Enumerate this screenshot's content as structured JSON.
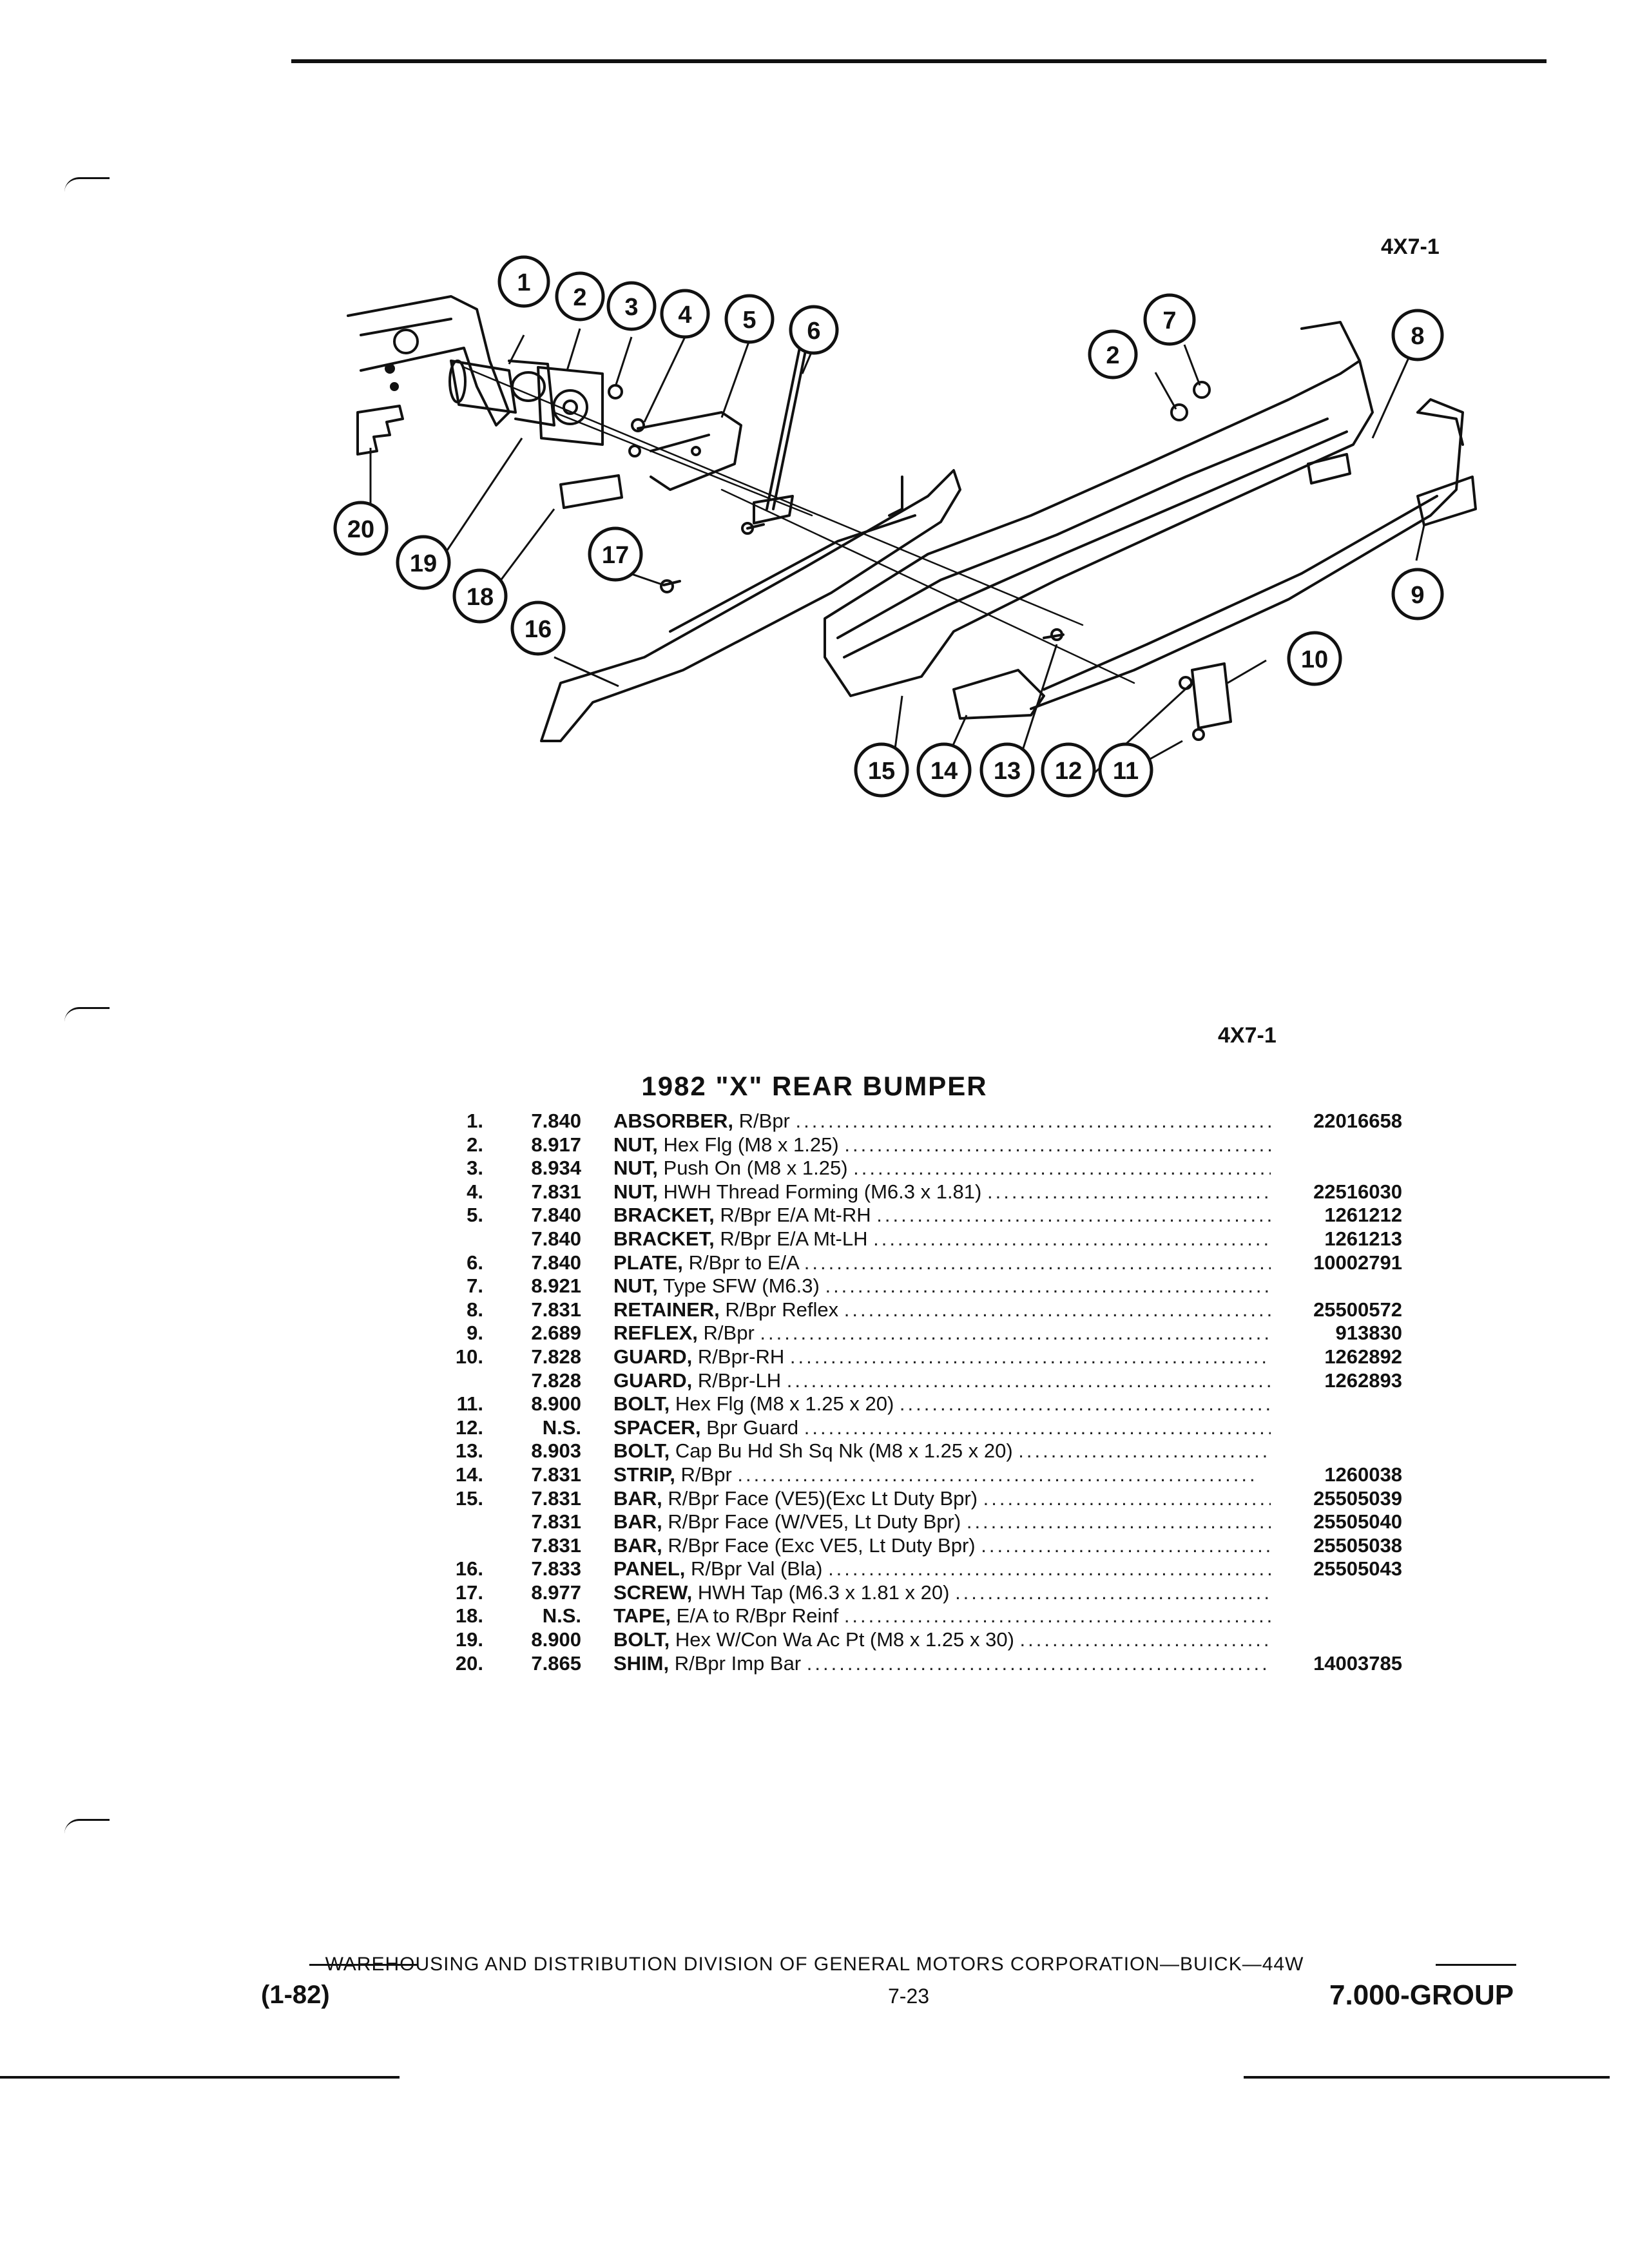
{
  "header": {
    "figure_id_top": "4X7-1"
  },
  "diagram": {
    "callouts": [
      "1",
      "2",
      "3",
      "4",
      "5",
      "6",
      "2",
      "7",
      "8",
      "9",
      "10",
      "11",
      "12",
      "13",
      "14",
      "15",
      "16",
      "17",
      "18",
      "19",
      "20"
    ]
  },
  "caption": {
    "figure_id": "4X7-1",
    "title": "1982 \"X\" REAR BUMPER"
  },
  "parts": [
    {
      "no": "1.",
      "group": "7.840",
      "name": "ABSORBER,",
      "desc": "R/Bpr",
      "part": "22016658"
    },
    {
      "no": "2.",
      "group": "8.917",
      "name": "NUT,",
      "desc": "Hex Flg (M8 x 1.25)",
      "part": ""
    },
    {
      "no": "3.",
      "group": "8.934",
      "name": "NUT,",
      "desc": "Push On (M8 x 1.25)",
      "part": ""
    },
    {
      "no": "4.",
      "group": "7.831",
      "name": "NUT,",
      "desc": "HWH Thread Forming (M6.3 x 1.81)",
      "part": "22516030"
    },
    {
      "no": "5.",
      "group": "7.840",
      "name": "BRACKET,",
      "desc": "R/Bpr E/A Mt-RH",
      "part": "1261212"
    },
    {
      "no": "",
      "group": "7.840",
      "name": "BRACKET,",
      "desc": "R/Bpr E/A Mt-LH",
      "part": "1261213"
    },
    {
      "no": "6.",
      "group": "7.840",
      "name": "PLATE,",
      "desc": "R/Bpr to E/A",
      "part": "10002791"
    },
    {
      "no": "7.",
      "group": "8.921",
      "name": "NUT,",
      "desc": "Type SFW (M6.3)",
      "part": ""
    },
    {
      "no": "8.",
      "group": "7.831",
      "name": "RETAINER,",
      "desc": "R/Bpr Reflex",
      "part": "25500572"
    },
    {
      "no": "9.",
      "group": "2.689",
      "name": "REFLEX,",
      "desc": "R/Bpr",
      "part": "913830"
    },
    {
      "no": "10.",
      "group": "7.828",
      "name": "GUARD,",
      "desc": "R/Bpr-RH",
      "part": "1262892"
    },
    {
      "no": "",
      "group": "7.828",
      "name": "GUARD,",
      "desc": "R/Bpr-LH",
      "part": "1262893"
    },
    {
      "no": "11.",
      "group": "8.900",
      "name": "BOLT,",
      "desc": "Hex Flg (M8 x 1.25 x 20)",
      "part": ""
    },
    {
      "no": "12.",
      "group": "N.S.",
      "name": "SPACER,",
      "desc": "Bpr Guard",
      "part": ""
    },
    {
      "no": "13.",
      "group": "8.903",
      "name": "BOLT,",
      "desc": "Cap Bu Hd Sh Sq Nk (M8 x 1.25 x 20)",
      "part": ""
    },
    {
      "no": "14.",
      "group": "7.831",
      "name": "STRIP,",
      "desc": "R/Bpr",
      "part": "1260038"
    },
    {
      "no": "15.",
      "group": "7.831",
      "name": "BAR,",
      "desc": "R/Bpr Face (VE5)(Exc Lt Duty Bpr)",
      "part": "25505039"
    },
    {
      "no": "",
      "group": "7.831",
      "name": "BAR,",
      "desc": "R/Bpr Face (W/VE5, Lt Duty Bpr)",
      "part": "25505040"
    },
    {
      "no": "",
      "group": "7.831",
      "name": "BAR,",
      "desc": "R/Bpr Face (Exc VE5, Lt Duty Bpr)",
      "part": "25505038"
    },
    {
      "no": "16.",
      "group": "7.833",
      "name": "PANEL,",
      "desc": "R/Bpr Val (Bla)",
      "part": "25505043"
    },
    {
      "no": "17.",
      "group": "8.977",
      "name": "SCREW,",
      "desc": "HWH Tap (M6.3 x 1.81 x 20)",
      "part": ""
    },
    {
      "no": "18.",
      "group": "N.S.",
      "name": "TAPE,",
      "desc": "E/A to R/Bpr Reinf",
      "part": ""
    },
    {
      "no": "19.",
      "group": "8.900",
      "name": "BOLT,",
      "desc": "Hex W/Con Wa Ac Pt (M8 x 1.25 x 30)",
      "part": ""
    },
    {
      "no": "20.",
      "group": "7.865",
      "name": "SHIM,",
      "desc": "R/Bpr Imp Bar",
      "part": "14003785"
    }
  ],
  "footer": {
    "publisher": "WAREHOUSING AND DISTRIBUTION  DIVISION OF GENERAL MOTORS CORPORATION—BUICK—44W",
    "date_code": "(1-82)",
    "page": "7-23",
    "group": "7.000-GROUP"
  }
}
